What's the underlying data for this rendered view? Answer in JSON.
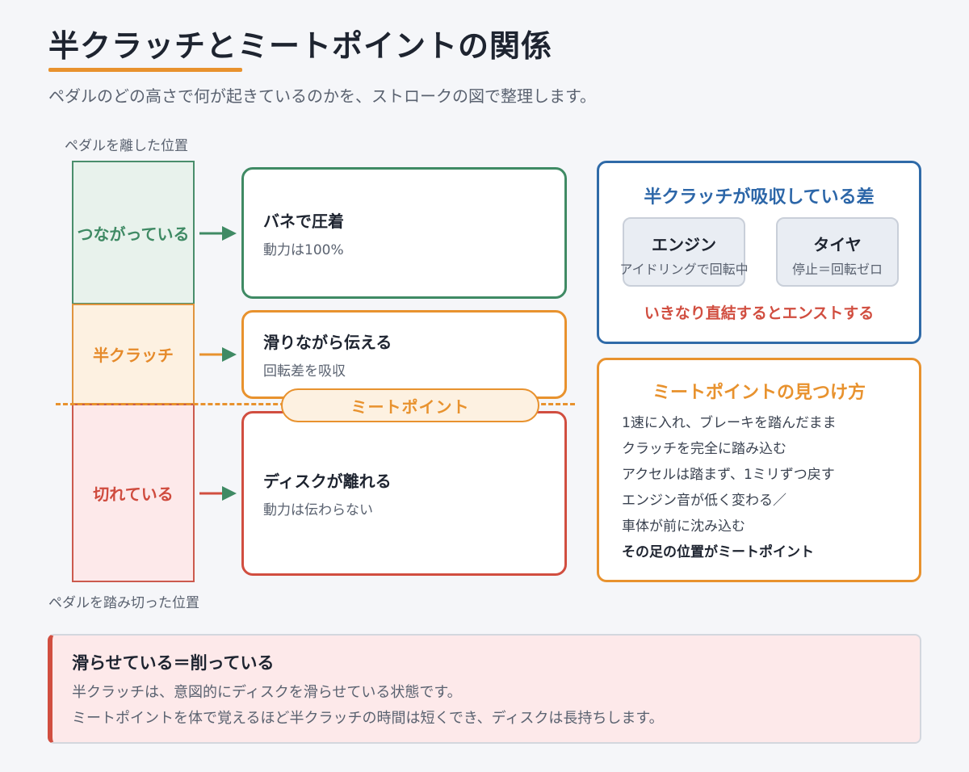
{
  "header": {
    "title": "半クラッチとミートポイントの関係",
    "subtitle": "ペダルのどの高さで何が起きているのかを、ストロークの図で整理します。"
  },
  "pedal": {
    "top_label": "ペダルを離した位置",
    "bottom_label": "ペダルを踏み切った位置",
    "segments": [
      {
        "label": "つながっている",
        "color": "#3f8a64"
      },
      {
        "label": "半クラッチ",
        "color": "#e58a2a"
      },
      {
        "label": "切れている",
        "color": "#cf4b3e"
      }
    ]
  },
  "states": [
    {
      "title": "バネで圧着",
      "sub": "動力は100%"
    },
    {
      "title": "滑りながら伝える",
      "sub": "回転差を吸収"
    },
    {
      "title": "ディスクが離れる",
      "sub": "動力は伝わらない"
    }
  ],
  "meet_point": {
    "label": "ミートポイント",
    "color": "#e8922e"
  },
  "absorb_panel": {
    "title": "半クラッチが吸収している差",
    "engine": {
      "title": "エンジン",
      "sub": "アイドリングで回転中"
    },
    "tire": {
      "title": "タイヤ",
      "sub": "停止＝回転ゼロ"
    },
    "warning": "いきなり直結するとエンストする"
  },
  "find_panel": {
    "title": "ミートポイントの見つけ方",
    "steps": [
      "1速に入れ、ブレーキを踏んだまま",
      "クラッチを完全に踏み込む",
      "アクセルは踏まず、1ミリずつ戻す",
      "エンジン音が低く変わる／",
      "車体が前に沈み込む",
      "その足の位置がミートポイント"
    ]
  },
  "note": {
    "title": "滑らせている＝削っている",
    "line1": "半クラッチは、意図的にディスクを滑らせている状態です。",
    "line2": "ミートポイントを体で覚えるほど半クラッチの時間は短くでき、ディスクは長持ちします。"
  },
  "icons": {
    "arrow": "arrow-right-icon"
  }
}
